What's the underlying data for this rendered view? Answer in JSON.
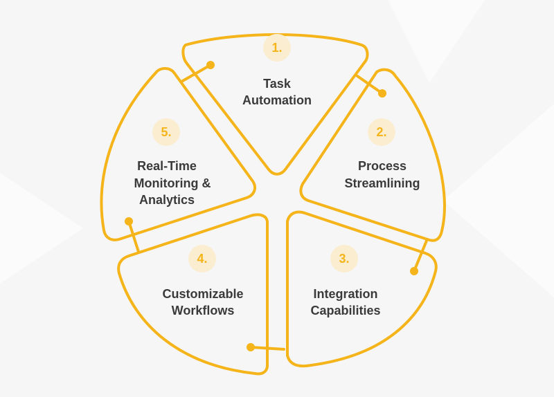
{
  "colors": {
    "accent": "#f4b41a",
    "badge_fill": "#fbeed0",
    "text": "#3a3a3a",
    "background": "#f6f6f7"
  },
  "segments": [
    {
      "number": "1.",
      "lines": [
        "Task",
        "Automation"
      ]
    },
    {
      "number": "2.",
      "lines": [
        "Process",
        "Streamlining"
      ]
    },
    {
      "number": "3.",
      "lines": [
        "Integration",
        "Capabilities"
      ]
    },
    {
      "number": "4.",
      "lines": [
        "Customizable",
        "Workflows"
      ]
    },
    {
      "number": "5.",
      "lines": [
        "Real-Time",
        "Monitoring &",
        "Analytics"
      ]
    }
  ]
}
